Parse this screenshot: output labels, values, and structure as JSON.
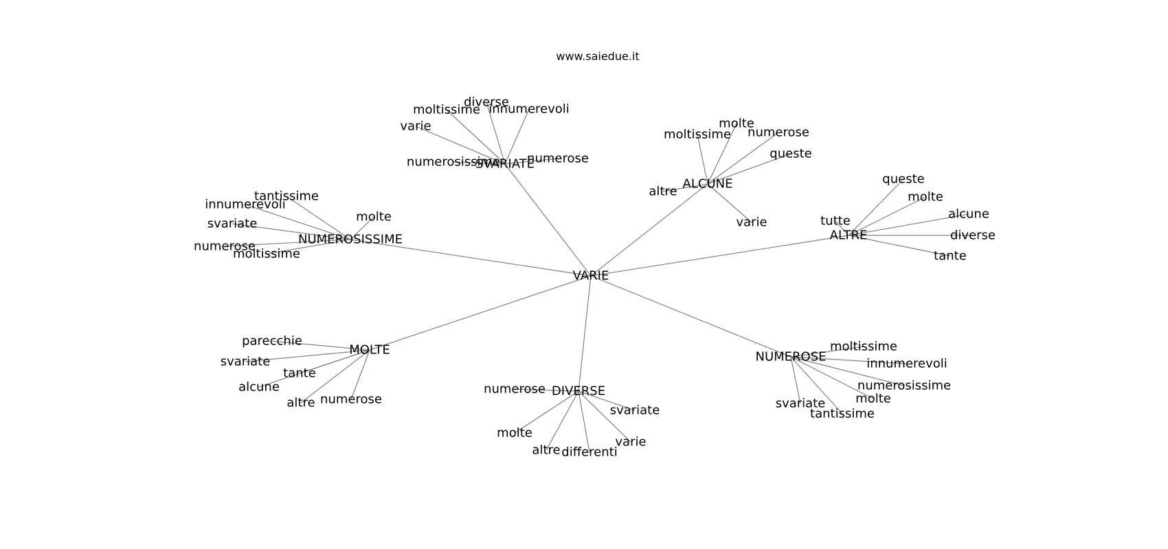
{
  "header": {
    "website": "www.saiedue.it"
  },
  "graph": {
    "root": "VARIE",
    "branches": [
      {
        "label": "SVARIATE",
        "leaves": [
          "diverse",
          "moltissime",
          "innumerevoli",
          "varie",
          "numerosissime",
          "numerose"
        ]
      },
      {
        "label": "ALCUNE",
        "leaves": [
          "molte",
          "moltissime",
          "numerose",
          "queste",
          "altre",
          "varie"
        ]
      },
      {
        "label": "ALTRE",
        "leaves": [
          "queste",
          "molte",
          "alcune",
          "tutte",
          "diverse",
          "tante"
        ]
      },
      {
        "label": "NUMEROSISSIME",
        "leaves": [
          "tantissime",
          "innumerevoli",
          "molte",
          "svariate",
          "numerose",
          "moltissime"
        ]
      },
      {
        "label": "MOLTE",
        "leaves": [
          "parecchie",
          "svariate",
          "tante",
          "alcune",
          "altre",
          "numerose"
        ]
      },
      {
        "label": "DIVERSE",
        "leaves": [
          "numerose",
          "svariate",
          "molte",
          "varie",
          "altre",
          "differenti"
        ]
      },
      {
        "label": "NUMEROSE",
        "leaves": [
          "moltissime",
          "innumerevoli",
          "numerosissime",
          "molte",
          "svariate",
          "tantissime"
        ]
      }
    ]
  }
}
